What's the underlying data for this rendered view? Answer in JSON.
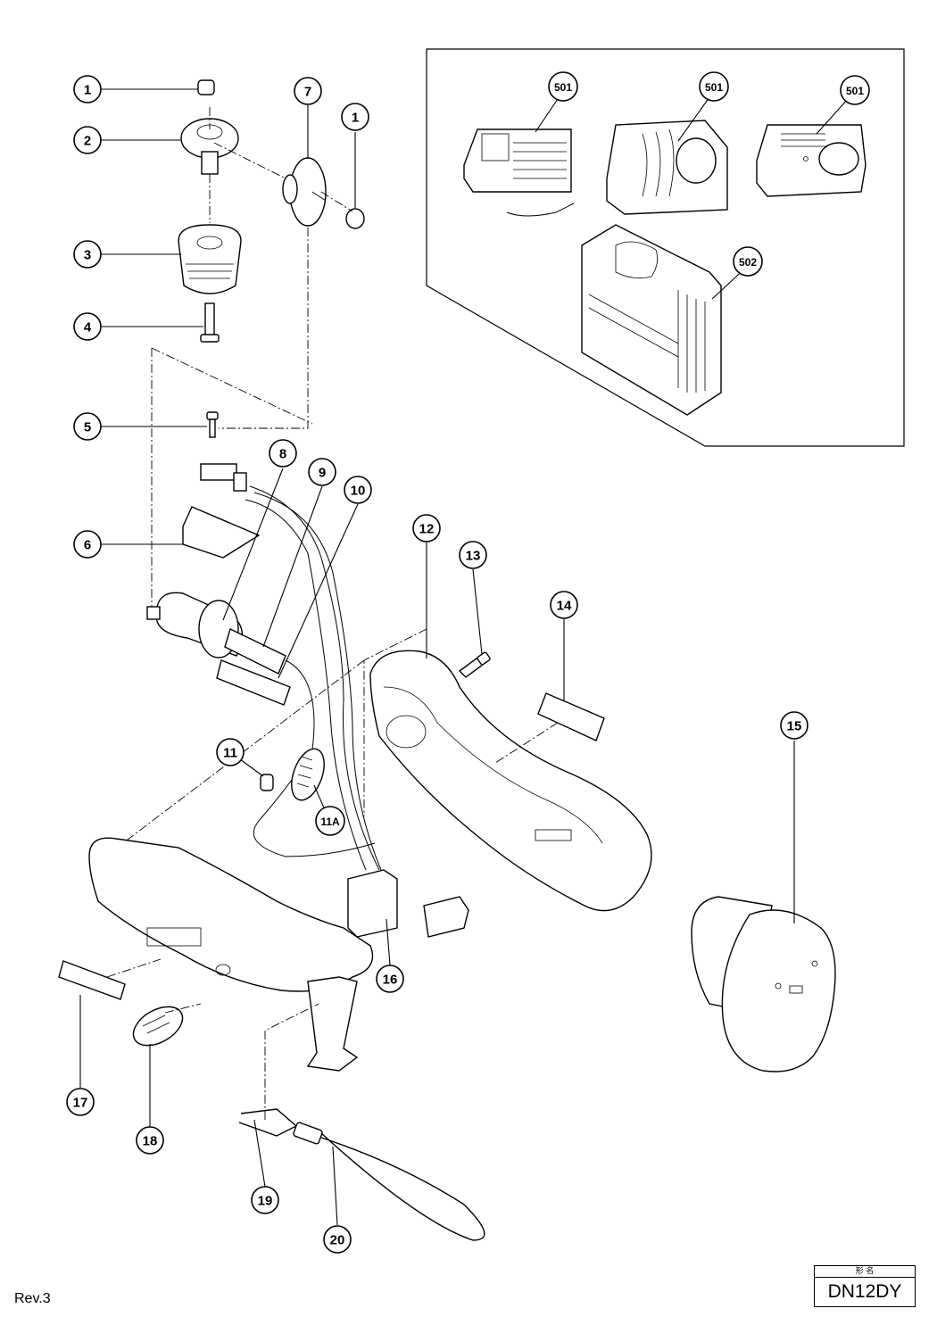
{
  "callouts": [
    {
      "id": "1"
    },
    {
      "id": "2"
    },
    {
      "id": "3"
    },
    {
      "id": "4"
    },
    {
      "id": "5"
    },
    {
      "id": "6"
    },
    {
      "id": "7"
    },
    {
      "id": "1"
    },
    {
      "id": "8"
    },
    {
      "id": "9"
    },
    {
      "id": "10"
    },
    {
      "id": "11"
    },
    {
      "id": "11A"
    },
    {
      "id": "12"
    },
    {
      "id": "13"
    },
    {
      "id": "14"
    },
    {
      "id": "15"
    },
    {
      "id": "16"
    },
    {
      "id": "17"
    },
    {
      "id": "18"
    },
    {
      "id": "19"
    },
    {
      "id": "20"
    },
    {
      "id": "501"
    },
    {
      "id": "501"
    },
    {
      "id": "501"
    },
    {
      "id": "502"
    }
  ],
  "footer": {
    "revision": "Rev.3",
    "model_header": "形 名",
    "model_name": "DN12DY"
  }
}
